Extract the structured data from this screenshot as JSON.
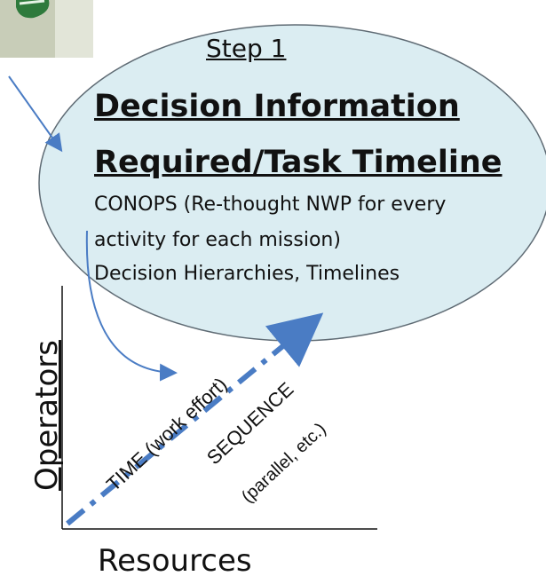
{
  "step": {
    "label": "Step 1"
  },
  "title": {
    "line1": "Decision Information",
    "line2": "Required/Task Timeline"
  },
  "body": {
    "line1": "CONOPS (Re-thought NWP for every",
    "line2": "activity for each mission)",
    "line3": "Decision Hierarchies, Timelines"
  },
  "axes": {
    "y_label": "Operators",
    "x_label": "Resources"
  },
  "diagonal_labels": {
    "time": "TIME (work effort)",
    "sequence": "SEQUENCE",
    "parallel": "(parallel, etc.)"
  },
  "colors": {
    "ellipse_fill": "#dbedf2",
    "ellipse_stroke": "#5f6b74",
    "arrow": "#4a7cc4",
    "badge_green": "#2e7a3c",
    "badge_gray": "#c8cdb8"
  },
  "icons": {
    "corner_image": "badge-icon"
  }
}
